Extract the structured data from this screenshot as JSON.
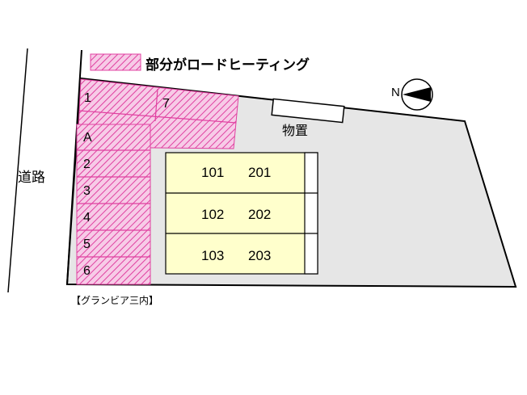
{
  "legend": {
    "label": "部分がロードヒーティング"
  },
  "road": {
    "label": "道路"
  },
  "storage": {
    "label": "物置"
  },
  "compass": {
    "letter": "N"
  },
  "property": {
    "caption": "【グランビア三内】"
  },
  "parking": {
    "top_row": [
      "1",
      "7"
    ],
    "left_column": [
      "A",
      "2",
      "3",
      "4",
      "5",
      "6"
    ]
  },
  "building": {
    "rows": [
      [
        "101",
        "201"
      ],
      [
        "102",
        "202"
      ],
      [
        "103",
        "203"
      ]
    ]
  },
  "colors": {
    "road_heating_hatch": "#e040a0",
    "road_heating_fill": "#f5c6e4",
    "building_fill": "#ffffcc",
    "lot_fill": "#e6e6e6",
    "outline": "#000000"
  }
}
